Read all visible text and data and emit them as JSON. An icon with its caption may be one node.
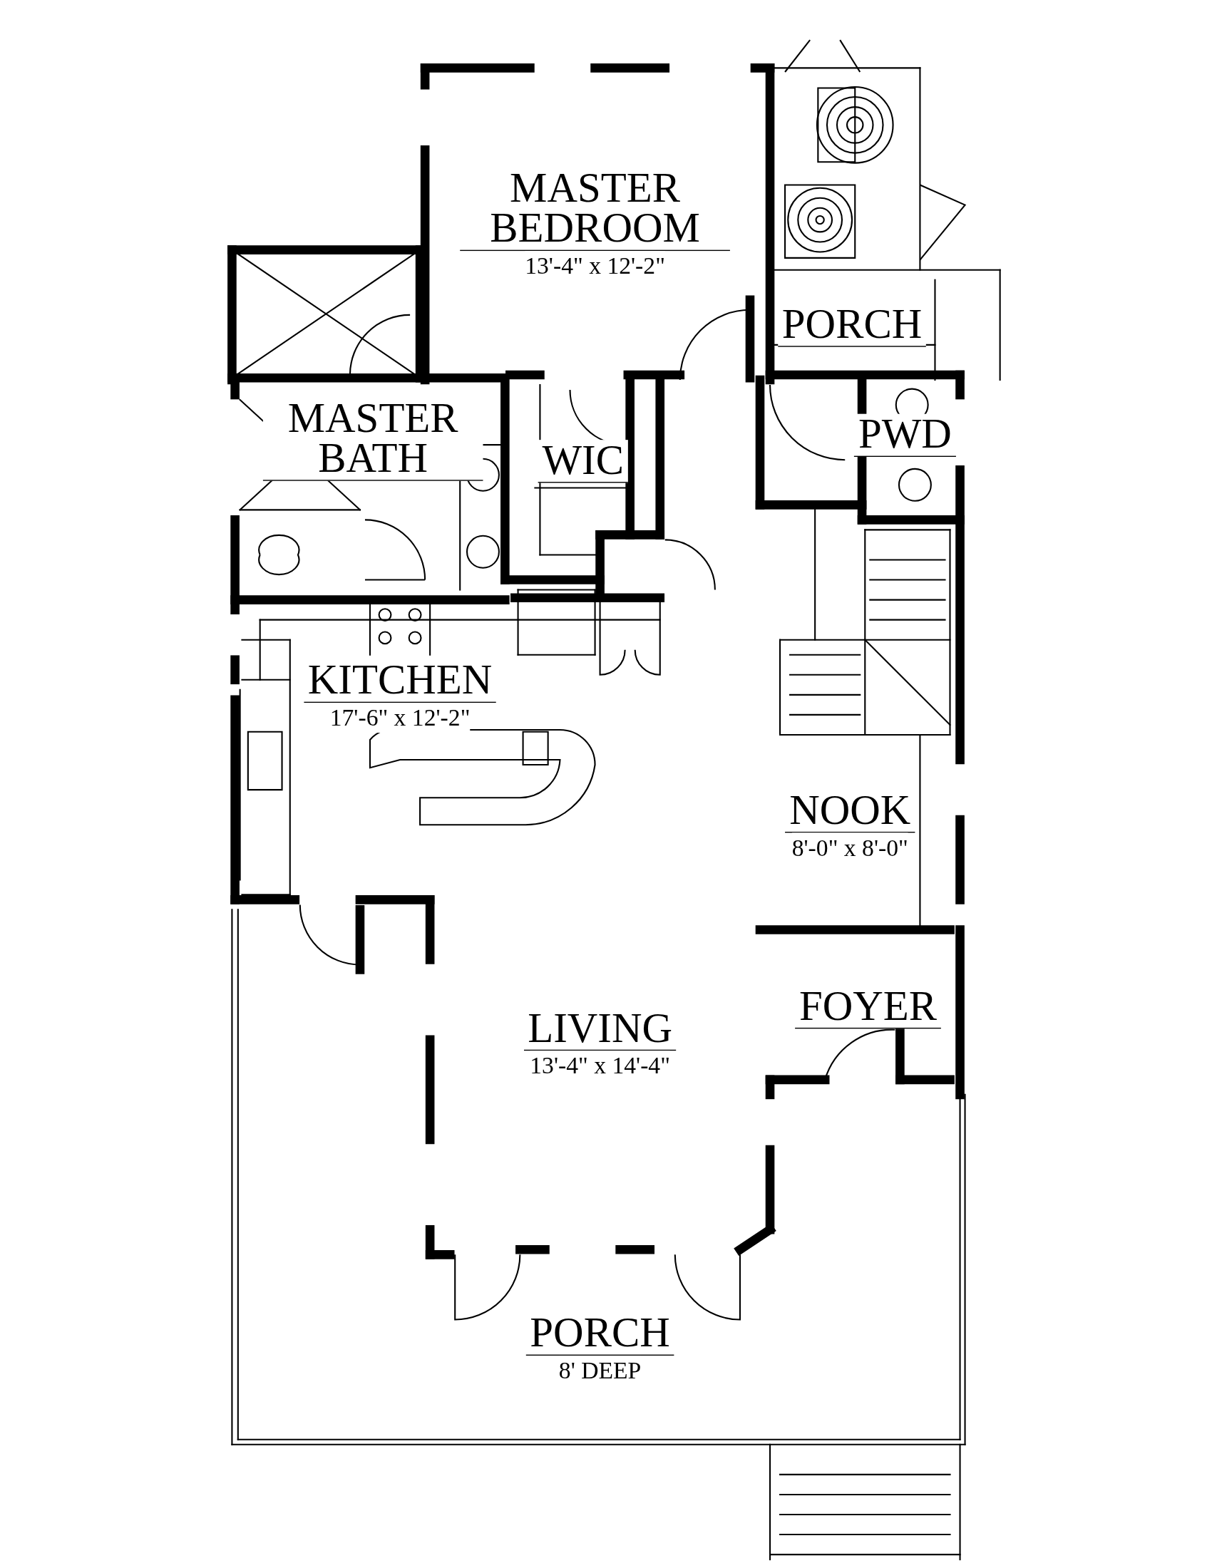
{
  "diagram": {
    "nodes": [
      {
        "text": [
          "MASTER BEDROOM",
          "13'-4\" x 12'-2\""
        ]
      },
      {
        "text": [
          "PORCH"
        ]
      },
      {
        "text": [
          "MASTER BATH"
        ]
      },
      {
        "text": [
          "WIC"
        ]
      },
      {
        "text": [
          "PWD"
        ]
      },
      {
        "text": [
          "KITCHEN",
          "17'-6\" x 12'-2\""
        ]
      },
      {
        "text": [
          "NOOK",
          "8'-0\" x 8'-0\""
        ]
      },
      {
        "text": [
          "FOYER"
        ]
      },
      {
        "text": [
          "LIVING",
          "13'-4\" x 14'-4\""
        ]
      },
      {
        "text": [
          "PORCH",
          "8' DEEP"
        ]
      }
    ]
  }
}
